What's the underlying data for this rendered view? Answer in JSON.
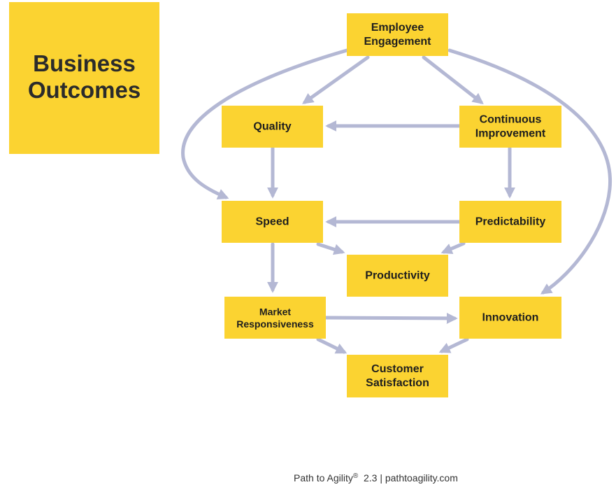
{
  "title": "Business\nOutcomes",
  "nodes": {
    "employee_engagement": [
      "Employee",
      "Engagement"
    ],
    "quality": [
      "Quality"
    ],
    "continuous_improvement": [
      "Continuous",
      "Improvement"
    ],
    "speed": [
      "Speed"
    ],
    "predictability": [
      "Predictability"
    ],
    "productivity": [
      "Productivity"
    ],
    "market_responsiveness": [
      "Market",
      "Responsiveness"
    ],
    "innovation": [
      "Innovation"
    ],
    "customer_satisfaction": [
      "Customer",
      "Satisfaction"
    ]
  },
  "colors": {
    "box": "#fbd331",
    "arrow": "#b4b8d4",
    "text": "#1e1e1e"
  },
  "footer": {
    "brand": "Path to Agility",
    "registered": "®",
    "version_site": "2.3 | pathtoagility.com"
  }
}
